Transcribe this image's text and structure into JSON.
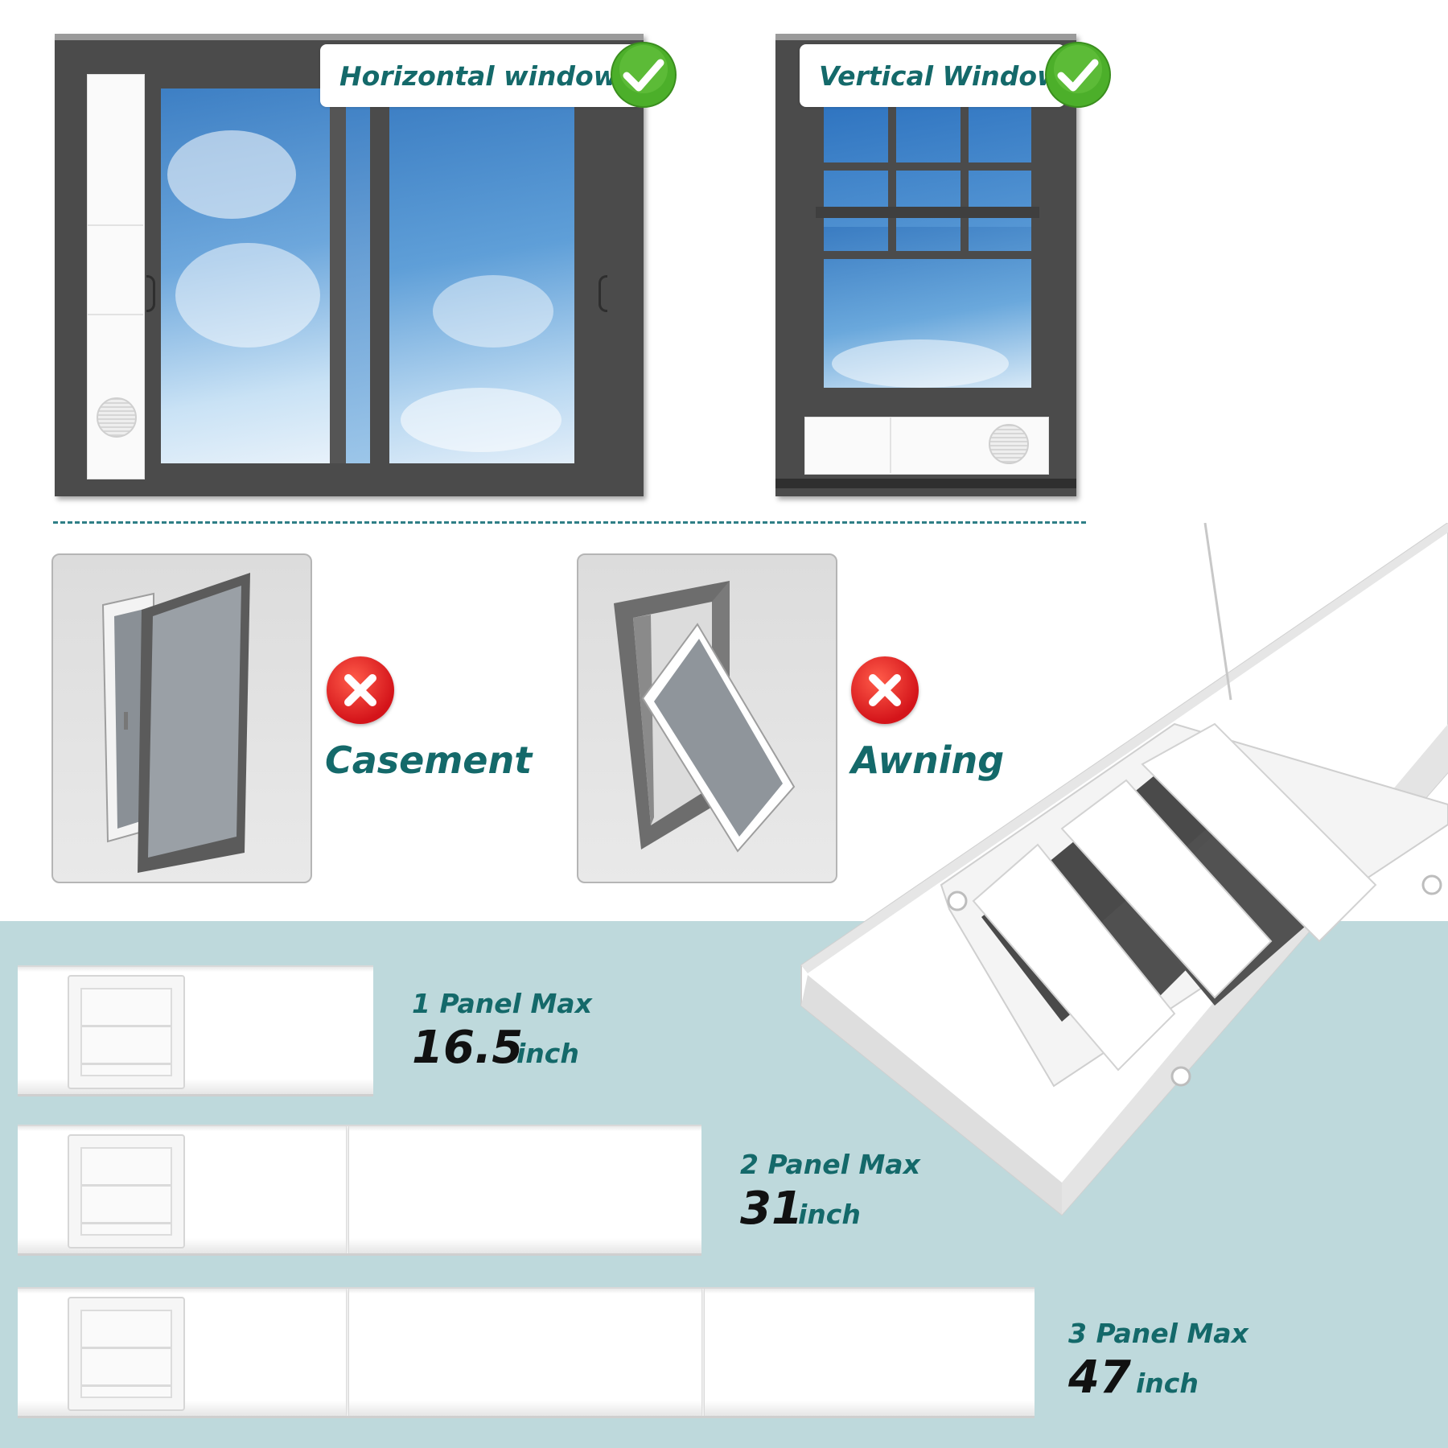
{
  "compatible": [
    {
      "label": "Horizontal window",
      "icon": "check-icon"
    },
    {
      "label": "Vertical Window",
      "icon": "check-icon"
    }
  ],
  "incompatible": [
    {
      "label": "Casement",
      "icon": "x-icon"
    },
    {
      "label": "Awning",
      "icon": "x-icon"
    }
  ],
  "panels": [
    {
      "title": "1 Panel Max",
      "value": "16.5",
      "unit": "inch"
    },
    {
      "title": "2 Panel Max",
      "value": "31",
      "unit": "inch"
    },
    {
      "title": "3 Panel Max",
      "value": "47",
      "unit": "inch"
    }
  ],
  "colors": {
    "accent": "#14696a",
    "check": "#4caf2a",
    "cross": "#d4141a",
    "band": "#bed9dc"
  }
}
